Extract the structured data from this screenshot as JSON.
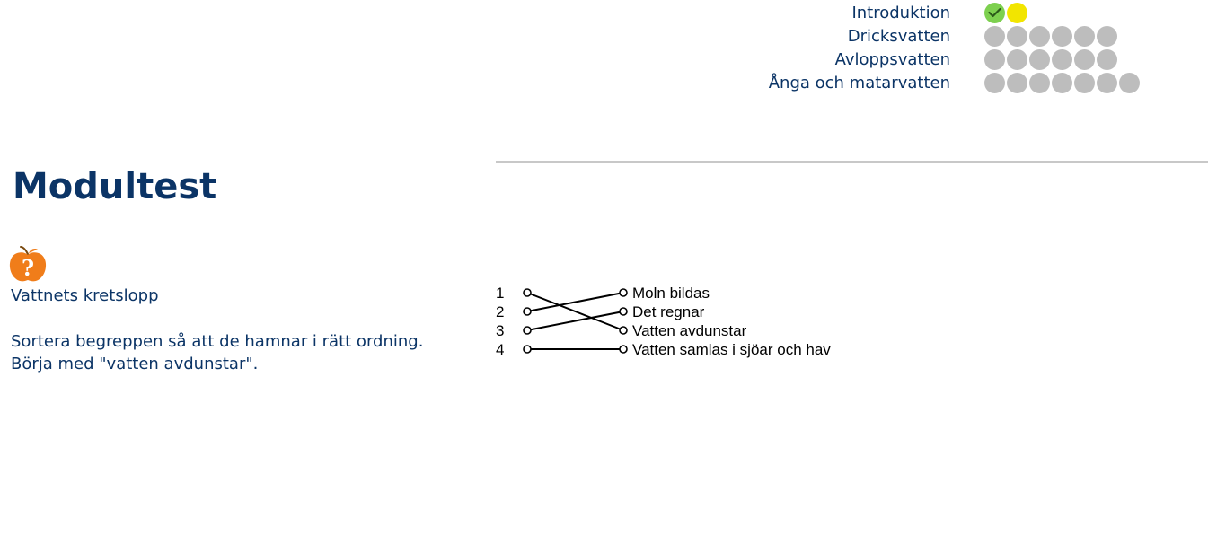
{
  "progress": {
    "rows": [
      {
        "label": "Introduktion",
        "states": [
          "done",
          "current"
        ]
      },
      {
        "label": "Dricksvatten",
        "states": [
          "todo",
          "todo",
          "todo",
          "todo",
          "todo",
          "todo"
        ]
      },
      {
        "label": "Avloppsvatten",
        "states": [
          "todo",
          "todo",
          "todo",
          "todo",
          "todo",
          "todo"
        ]
      },
      {
        "label": "Ånga och matarvatten",
        "states": [
          "todo",
          "todo",
          "todo",
          "todo",
          "todo",
          "todo",
          "todo"
        ]
      }
    ],
    "colors": {
      "done": "#7dd04f",
      "current": "#f2e500",
      "todo": "#bdbdbd"
    }
  },
  "page": {
    "title": "Modultest"
  },
  "question": {
    "icon": "question-apple-icon",
    "topic": "Vattnets kretslopp",
    "instruction": "Sortera begreppen så att de hamnar i rätt ordning. Börja med \"vatten avdunstar\"."
  },
  "matching": {
    "numbers": [
      "1",
      "2",
      "3",
      "4"
    ],
    "items": [
      "Moln bildas",
      "Det regnar",
      "Vatten avdunstar",
      "Vatten samlas i sjöar och hav"
    ],
    "connections": [
      [
        1,
        3
      ],
      [
        2,
        1
      ],
      [
        3,
        2
      ],
      [
        4,
        4
      ]
    ]
  },
  "colors": {
    "text": "#0b3466",
    "accent": "#f07d1a",
    "divider": "#c8c8c8"
  }
}
